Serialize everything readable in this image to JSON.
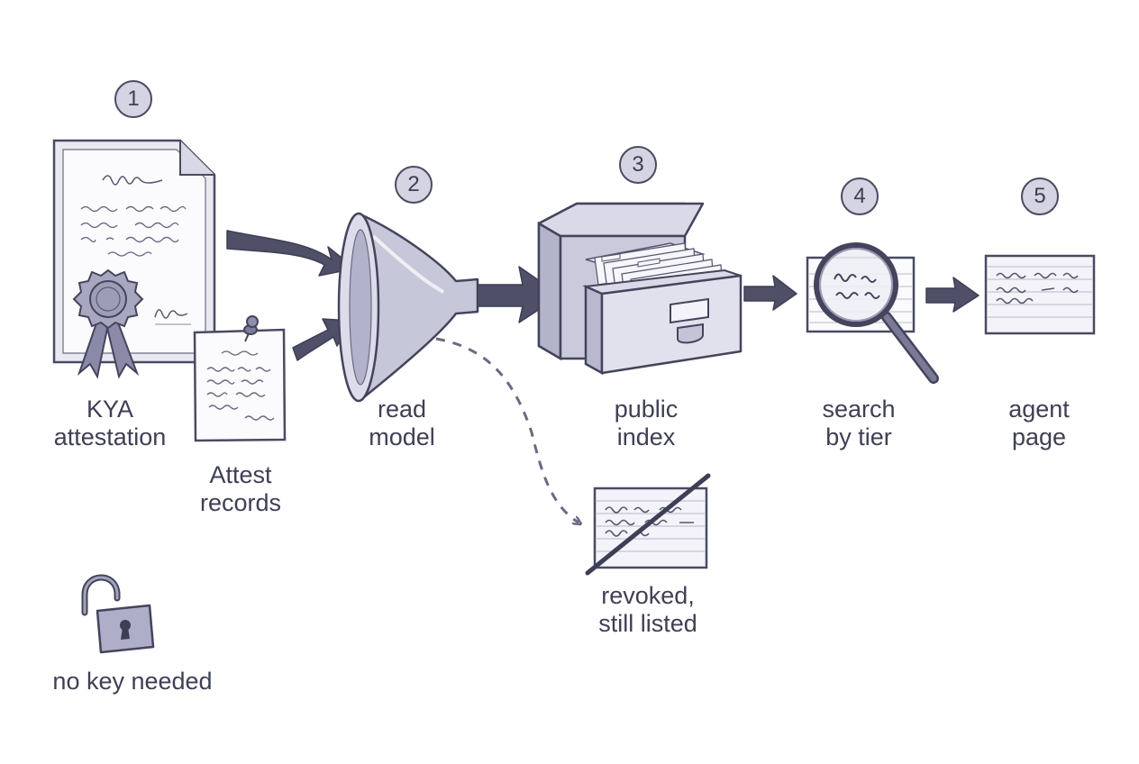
{
  "steps": [
    {
      "number": "1",
      "lines": [
        "KYA",
        "attestation"
      ]
    },
    {
      "number": "2",
      "lines": [
        "read",
        "model"
      ]
    },
    {
      "number": "3",
      "lines": [
        "public",
        "index"
      ]
    },
    {
      "number": "4",
      "lines": [
        "search",
        "by tier"
      ]
    },
    {
      "number": "5",
      "lines": [
        "agent",
        "page"
      ]
    }
  ],
  "attest_records": {
    "lines": [
      "Attest",
      "records"
    ]
  },
  "revoked": {
    "lines": [
      "revoked,",
      "still listed"
    ]
  },
  "no_key": {
    "label": "no key needed"
  },
  "icons": [
    "certificate-icon",
    "note-icon",
    "funnel-icon",
    "file-cabinet-icon",
    "magnifier-icon",
    "card-icon",
    "revoked-card-icon",
    "padlock-icon"
  ],
  "colors": {
    "ink": "#3d3d52",
    "wash": "#d4d4e2",
    "paper": "#fbfbfe",
    "arrow": "#4f4f68"
  }
}
